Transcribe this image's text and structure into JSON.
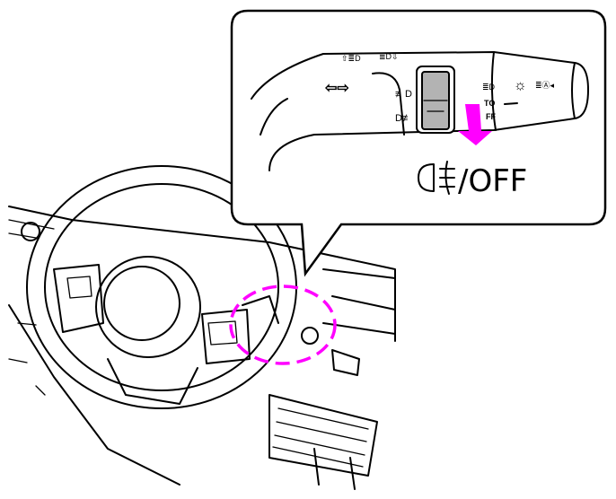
{
  "callout": {
    "label_text": "/OFF",
    "switch_labels": {
      "auto_partial": "TO",
      "off_partial": "FF"
    }
  },
  "colors": {
    "highlight": "#ff00ff",
    "switch_fill": "#b3b3b3"
  },
  "icons": [
    "front-fog-light-icon",
    "rear-fog-light-icon",
    "turn-signal-arrows-icon",
    "headlight-icon",
    "parking-light-icon",
    "auto-high-beam-icon",
    "down-arrow-icon"
  ]
}
